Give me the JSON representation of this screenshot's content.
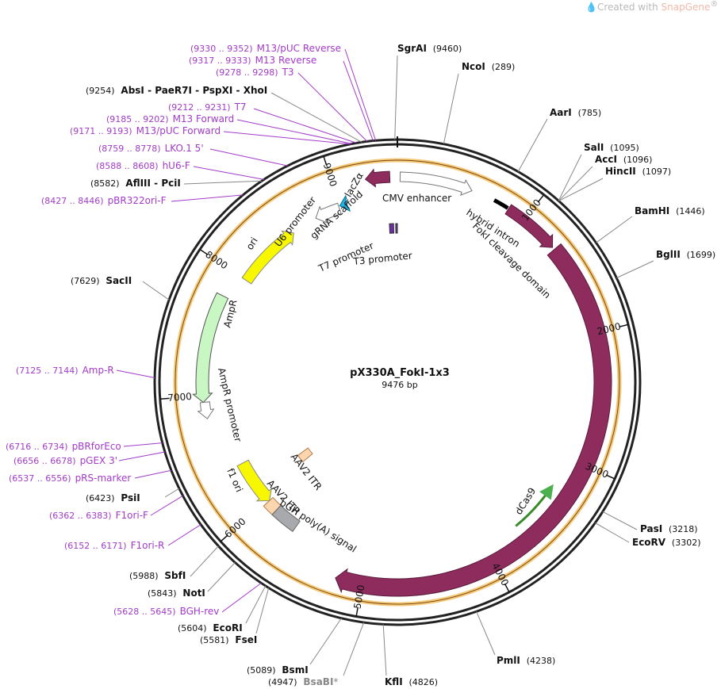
{
  "watermark": {
    "prefix": "Created with ",
    "brand": "SnapGene",
    "reg": "®"
  },
  "plasmid": {
    "name": "pX330A_FokI-1x3",
    "length": "9476 bp"
  },
  "ticks": [
    "1000",
    "2000",
    "3000",
    "4000",
    "5000",
    "6000",
    "7000",
    "8000",
    "9000"
  ],
  "sites": [
    {
      "name": "SgrAI",
      "pos": "(9460)"
    },
    {
      "name": "NcoI",
      "pos": "(289)"
    },
    {
      "name": "AarI",
      "pos": "(785)"
    },
    {
      "name": "SalI",
      "pos": "(1095)"
    },
    {
      "name": "AccI",
      "pos": "(1096)"
    },
    {
      "name": "HincII",
      "pos": "(1097)"
    },
    {
      "name": "BamHI",
      "pos": "(1446)"
    },
    {
      "name": "BglII",
      "pos": "(1699)"
    },
    {
      "name": "PasI",
      "pos": "(3218)"
    },
    {
      "name": "EcoRV",
      "pos": "(3302)"
    },
    {
      "name": "PmlI",
      "pos": "(4238)"
    },
    {
      "name": "KflI",
      "pos": "(4826)"
    },
    {
      "name": "BsaBI",
      "pos": "(4947)",
      "suffix": "*"
    },
    {
      "name": "BsmI",
      "pos": "(5089)"
    },
    {
      "name": "FseI",
      "pos": "(5581)"
    },
    {
      "name": "EcoRI",
      "pos": "(5604)"
    },
    {
      "name": "NotI",
      "pos": "(5843)"
    },
    {
      "name": "SbfI",
      "pos": "(5988)"
    },
    {
      "name": "PsiI",
      "pos": "(6423)"
    },
    {
      "name": "SacII",
      "pos": "(7629)"
    },
    {
      "name": "AflIII - PciI",
      "pos": "(8582)"
    },
    {
      "name": "AbsI - PaeR7I - PspXI - XhoI",
      "pos": "(9254)"
    }
  ],
  "primers": [
    {
      "range": "(9330 .. 9352)",
      "name": "M13/pUC Reverse"
    },
    {
      "range": "(9317 .. 9333)",
      "name": "M13 Reverse"
    },
    {
      "range": "(9278 .. 9298)",
      "name": "T3"
    },
    {
      "range": "(9212 .. 9231)",
      "name": "T7"
    },
    {
      "range": "(9185 .. 9202)",
      "name": "M13 Forward"
    },
    {
      "range": "(9171 .. 9193)",
      "name": "M13/pUC Forward"
    },
    {
      "range": "(8759 .. 8778)",
      "name": "LKO.1 5'"
    },
    {
      "range": "(8588 .. 8608)",
      "name": "hU6-F"
    },
    {
      "range": "(8427 .. 8446)",
      "name": "pBR322ori-F"
    },
    {
      "range": "(7125 .. 7144)",
      "name": "Amp-R"
    },
    {
      "range": "(6716 .. 6734)",
      "name": "pBRforEco"
    },
    {
      "range": "(6656 .. 6678)",
      "name": "pGEX 3'"
    },
    {
      "range": "(6537 .. 6556)",
      "name": "pRS-marker"
    },
    {
      "range": "(6362 .. 6383)",
      "name": "F1ori-F"
    },
    {
      "range": "(6152 .. 6171)",
      "name": "F1ori-R"
    },
    {
      "range": "(5628 .. 5645)",
      "name": "BGH-rev"
    }
  ],
  "features": {
    "cmv_enhancer": "CMV enhancer",
    "lacz": "lacZα",
    "u6_promoter": "U6 promoter",
    "grna_scaffold": "gRNA scaffold",
    "t7_promoter": "T7 promoter",
    "t3_promoter": "T3 promoter",
    "hybrid_intron": "hybrid intron",
    "foki": "FokI cleavage domain",
    "dcas9": "dCas9",
    "ori": "ori",
    "ampr": "AmpR",
    "ampr_promoter": "AmpR promoter",
    "f1_ori": "f1 ori",
    "aav2_itr_1": "AAV2 ITR",
    "aav2_itr_2": "AAV2 ITR",
    "bgh": "bGH poly(A) signal"
  },
  "colors": {
    "cas9": "#8e2c5e",
    "ori": "#f7f700",
    "ampr": "#c9f7c4",
    "orf_highlight": "#f5c97a",
    "itr": "#fdd5ae",
    "bgh": "#a7a9ac",
    "primer": "#a23bc8",
    "grna": "#1fb3e6"
  }
}
